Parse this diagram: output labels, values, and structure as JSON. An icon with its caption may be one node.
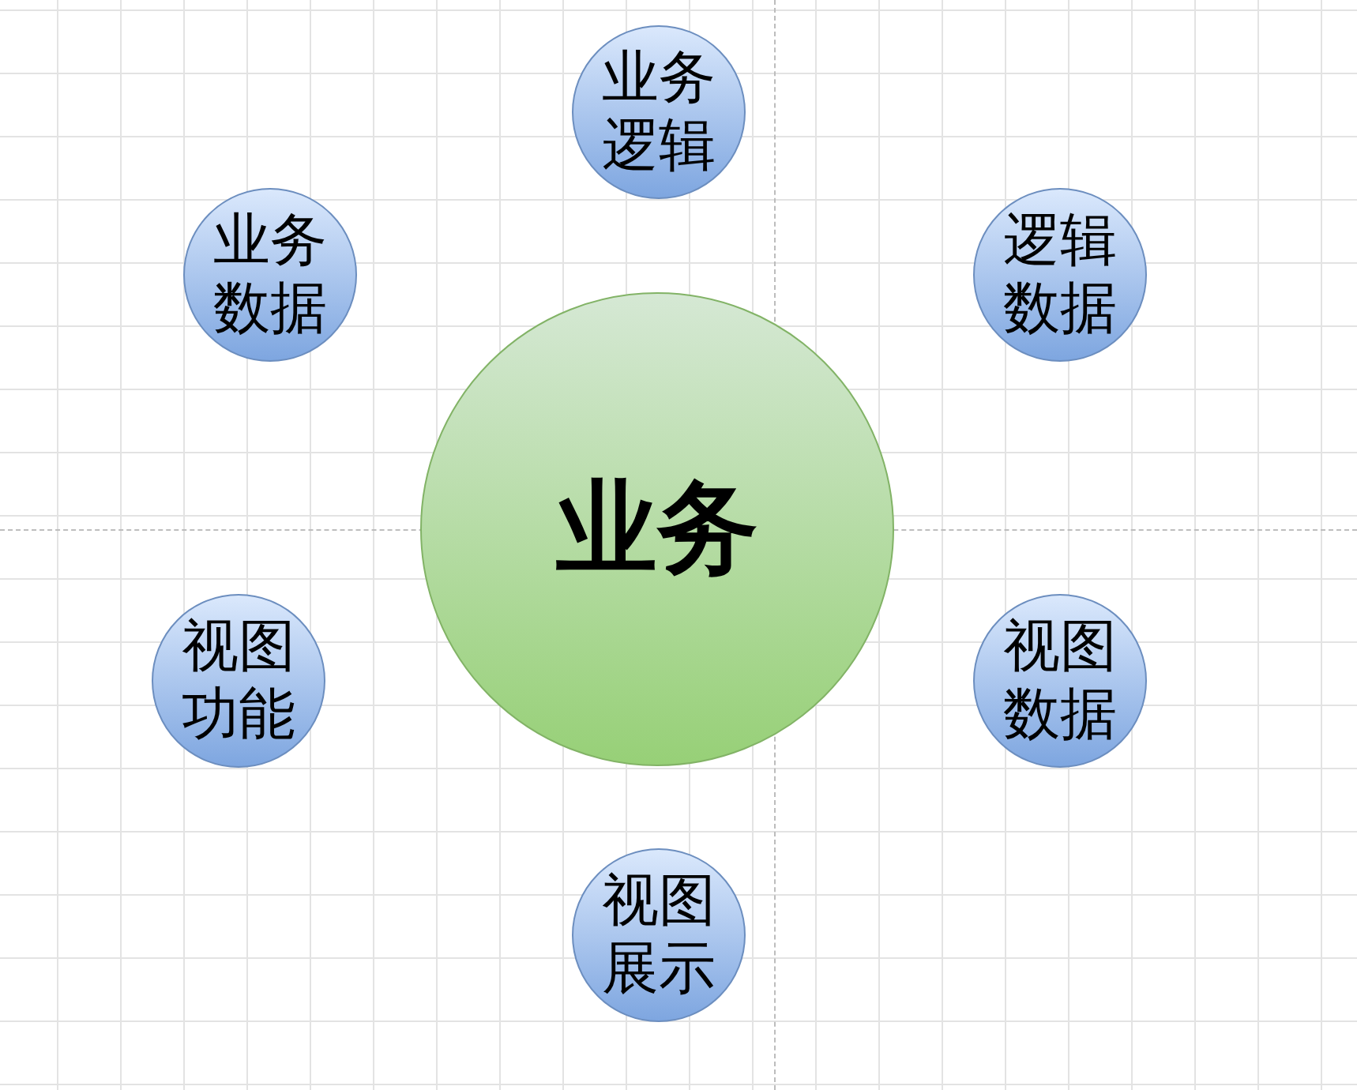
{
  "diagram": {
    "nodes": [
      {
        "text": [
          "业务逻辑"
        ]
      },
      {
        "text": [
          "业务数据"
        ]
      },
      {
        "text": [
          "逻辑数据"
        ]
      },
      {
        "text": [
          "业务"
        ]
      },
      {
        "text": [
          "视图功能"
        ]
      },
      {
        "text": [
          "视图数据"
        ]
      },
      {
        "text": [
          "视图展示"
        ]
      }
    ]
  }
}
